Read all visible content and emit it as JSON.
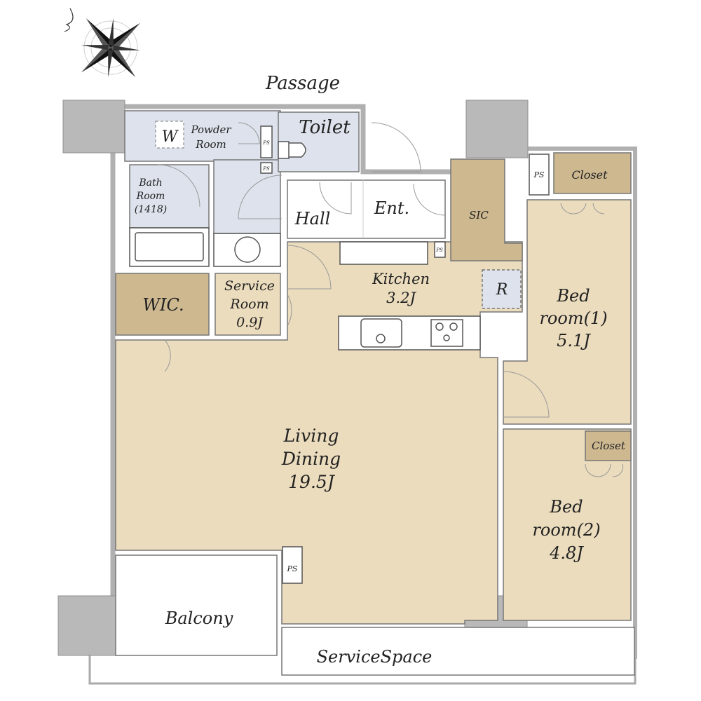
{
  "plan": {
    "exterior": {
      "passage": "Passage"
    },
    "rooms": {
      "powder_room": [
        "Powder",
        "Room"
      ],
      "washer_mark": "W",
      "toilet": "Toilet",
      "bath_room": [
        "Bath",
        "Room",
        "(1418)"
      ],
      "wic": "WIC.",
      "service_room": [
        "Service",
        "Room",
        "0.9J"
      ],
      "hall": "Hall",
      "entrance": "Ent.",
      "sic": "SIC",
      "kitchen": [
        "Kitchen",
        "3.2J"
      ],
      "fridge_mark": "R",
      "closet_1": "Closet",
      "closet_2": "Closet",
      "bedroom_1": [
        "Bed",
        "room(1)",
        "5.1J"
      ],
      "bedroom_2": [
        "Bed",
        "room(2)",
        "4.8J"
      ],
      "living_dining": [
        "Living",
        "Dining",
        "19.5J"
      ],
      "balcony": "Balcony",
      "service_space": "ServiceSpace",
      "ps": "PS"
    }
  },
  "colors": {
    "beige": "#ebdcbd",
    "tan": "#cdb890",
    "blue": "#dde2ec",
    "wall": "#b9b9b9"
  }
}
